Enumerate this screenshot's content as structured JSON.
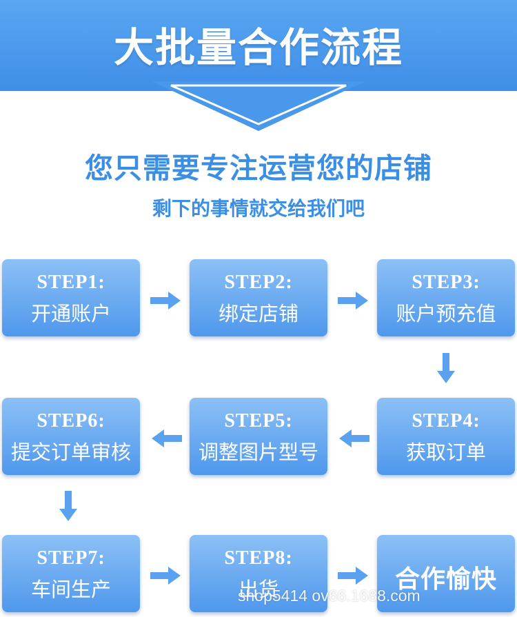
{
  "banner": {
    "title": "大批量合作流程"
  },
  "headline": "您只需要专注运营您的店铺",
  "subline": "剩下的事情就交给我们吧",
  "steps": [
    {
      "num": "STEP1:",
      "label": "开通账户"
    },
    {
      "num": "STEP2:",
      "label": "绑定店铺"
    },
    {
      "num": "STEP3:",
      "label": "账户预充值"
    },
    {
      "num": "STEP4:",
      "label": "获取订单"
    },
    {
      "num": "STEP5:",
      "label": "调整图片型号"
    },
    {
      "num": "STEP6:",
      "label": "提交订单审核"
    },
    {
      "num": "STEP7:",
      "label": "车间生产"
    },
    {
      "num": "STEP8:",
      "label": "出货"
    }
  ],
  "final": "合作愉快",
  "watermark": "shop5414 ov66.1688.com",
  "colors": {
    "banner": "#4a98ec",
    "accent": "#3a8fe4",
    "box": "#5f9fed",
    "arrow": "#5aa2ef"
  }
}
